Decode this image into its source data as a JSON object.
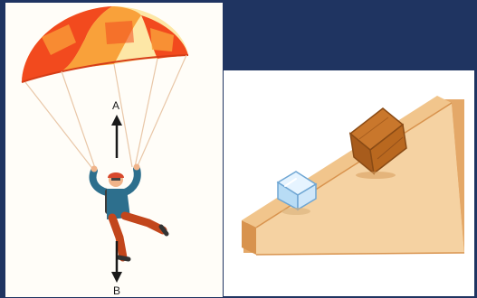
{
  "parachute_panel": {
    "arrow_up_label": "A",
    "arrow_down_label": "B",
    "canopy_colors": [
      "#f24a1e",
      "#f9a13a",
      "#fde7a6"
    ],
    "jumper_colors": {
      "jacket": "#2d6f8d",
      "pants": "#c2461c",
      "skin": "#f0b48a",
      "helmet": "#d8472b"
    }
  },
  "incline_panel": {
    "objects": [
      "ice-cube",
      "wooden-block"
    ],
    "ramp_colors": {
      "top": "#f1c58c",
      "face": "#f5d2a2",
      "side": "#e4a868",
      "edge": "#d8934e"
    }
  }
}
